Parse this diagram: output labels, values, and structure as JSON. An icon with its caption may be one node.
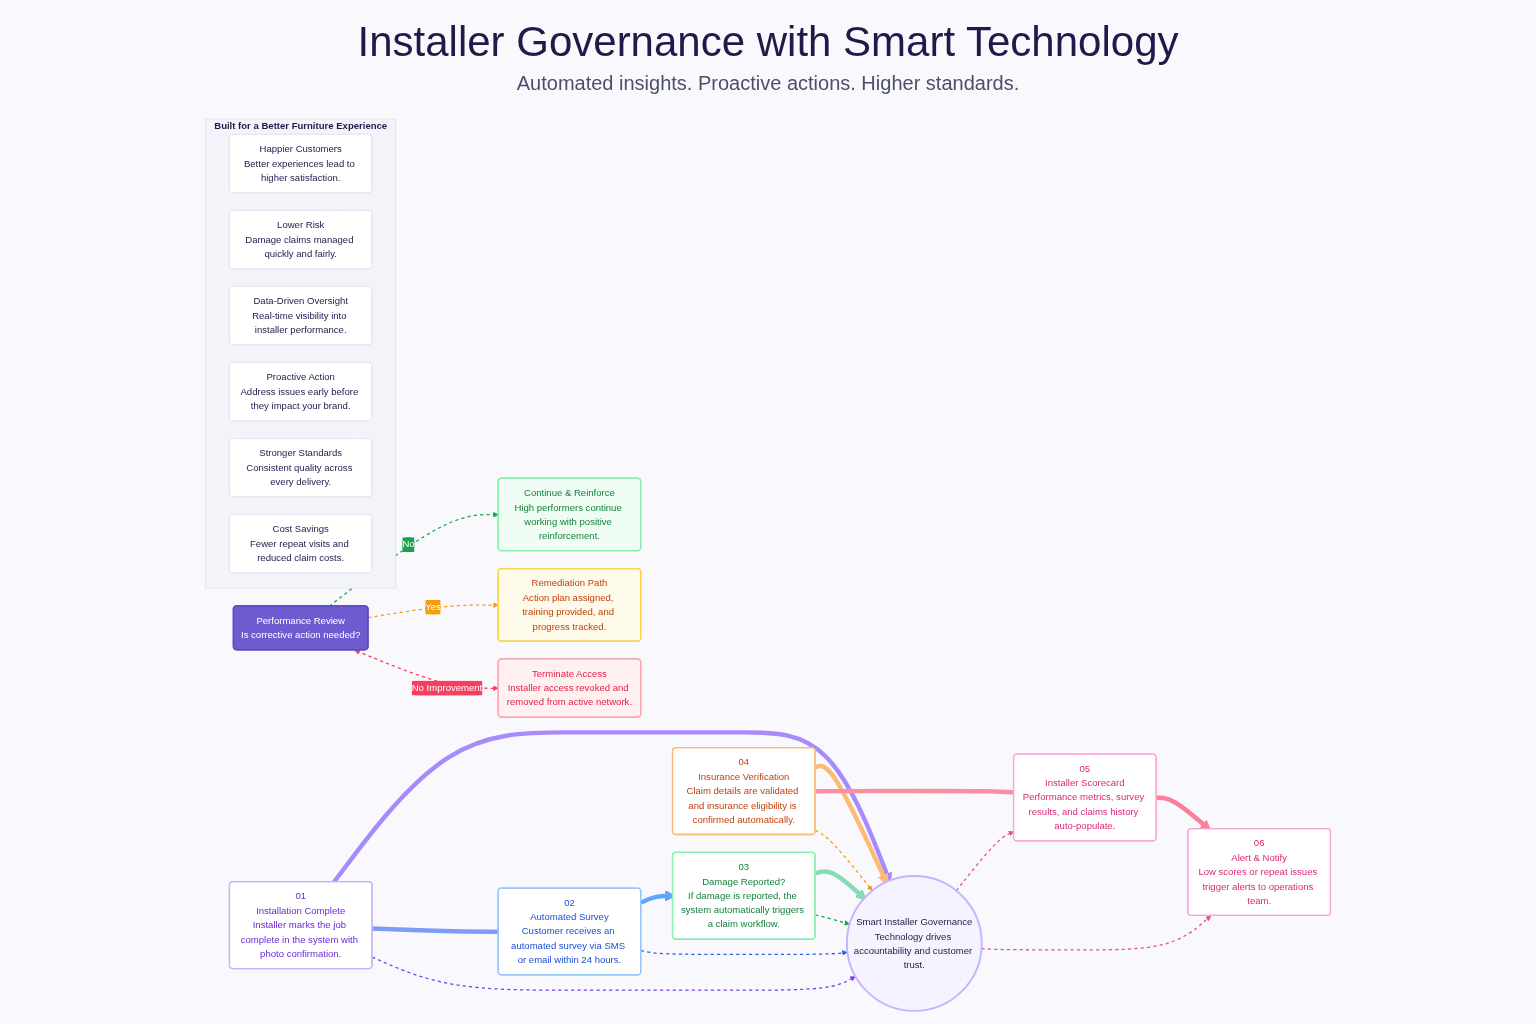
{
  "diagram": {
    "title": "Installer Governance with Smart Technology",
    "nodes": [
      {
        "text": [
          "01",
          "Installation Complete",
          "Installer marks the job complete in the system with photo confirmation."
        ]
      },
      {
        "text": [
          "02",
          "Automated Survey",
          "Customer receives an automated survey via SMS or email within 24 hours."
        ]
      },
      {
        "text": [
          "03",
          "Damage Reported?",
          "If damage is reported, the system automatically triggers a claim workflow."
        ]
      },
      {
        "text": [
          "04",
          "Insurance Verification",
          "Claim details are validated and insurance eligibility is confirmed automatically."
        ]
      },
      {
        "text": [
          "05",
          "Installer Scorecard",
          "Performance metrics, survey results, and claims history auto-populate."
        ]
      },
      {
        "text": [
          "06",
          "Alert & Notify",
          "Low scores or repeat issues trigger alerts to operations team."
        ]
      },
      {
        "text": [
          "Smart Installer Governance",
          "Technology drives accountability and customer trust."
        ]
      },
      {
        "text": [
          "Performance Review",
          "Is corrective action needed?"
        ]
      },
      {
        "text": [
          "Continue & Reinforce",
          "High performers continue working with positive reinforcement."
        ]
      },
      {
        "text": [
          "Remediation Path",
          "Action plan assigned, training provided, and progress tracked."
        ]
      },
      {
        "text": [
          "Terminate Access",
          "Installer access revoked and removed from active network."
        ]
      },
      {
        "text": [
          "Built for a Better Furniture Experience"
        ]
      },
      {
        "text": [
          "Happier Customers",
          "Better experiences lead to higher satisfaction."
        ],
        "in": 11
      },
      {
        "text": [
          "Lower Risk",
          "Damage claims managed quickly and fairly."
        ],
        "in": 11
      },
      {
        "text": [
          "Data-Driven Oversight",
          "Real-time visibility into installer performance."
        ],
        "in": 11
      },
      {
        "text": [
          "Proactive Action",
          "Address issues early before they impact your brand."
        ],
        "in": 11
      },
      {
        "text": [
          "Stronger Standards",
          "Consistent quality across every delivery."
        ],
        "in": 11
      },
      {
        "text": [
          "Cost Savings",
          "Fewer repeat visits and reduced claim costs."
        ],
        "in": 11
      }
    ],
    "edges": [
      {
        "from": 0,
        "to": 6,
        "arrow": "to",
        "style": "thick",
        "color": "#a78bfa"
      },
      {
        "from": 0,
        "to": 1,
        "arrow": "none",
        "style": "thick",
        "color": "#7c9cf5"
      },
      {
        "from": 1,
        "to": 2,
        "arrow": "to",
        "style": "thick",
        "color": "#60a5fa"
      },
      {
        "from": 2,
        "to": 6,
        "arrow": "to",
        "style": "thick",
        "color": "#86dcb5"
      },
      {
        "from": 3,
        "to": 6,
        "arrow": "to",
        "style": "thick",
        "color": "#fdba74"
      },
      {
        "from": 3,
        "to": 4,
        "arrow": "none",
        "style": "thick",
        "color": "#fb8fa0"
      },
      {
        "from": 4,
        "to": 5,
        "arrow": "to",
        "style": "thick",
        "color": "#fb7f9a"
      },
      {
        "from": 0,
        "to": 6,
        "arrow": "to",
        "style": "dashed",
        "color": "#7c3aed"
      },
      {
        "from": 1,
        "to": 6,
        "arrow": "to",
        "style": "dashed",
        "color": "#2563eb"
      },
      {
        "from": 2,
        "to": 6,
        "arrow": "to",
        "style": "dashed",
        "color": "#16a34a"
      },
      {
        "from": 3,
        "to": 6,
        "arrow": "to",
        "style": "dashed",
        "color": "#f59e0b"
      },
      {
        "from": 6,
        "to": 4,
        "arrow": "to",
        "style": "dashed",
        "color": "#ec4899"
      },
      {
        "from": 6,
        "to": 5,
        "arrow": "to",
        "style": "dashed",
        "color": "#ec4899"
      },
      {
        "from": 7,
        "to": 8,
        "arrow": "to",
        "label": "No",
        "style": "dashed",
        "color": "#16a34a"
      },
      {
        "from": 7,
        "to": 9,
        "arrow": "to",
        "label": "Yes",
        "style": "dashed",
        "color": "#f59e0b"
      },
      {
        "from": 7,
        "to": 10,
        "arrow": "both",
        "label": "No Improvement",
        "style": "dashed",
        "color": "#f43f5e"
      }
    ],
    "labels": [
      "Automated insights. Proactive actions. Higher standards."
    ]
  }
}
